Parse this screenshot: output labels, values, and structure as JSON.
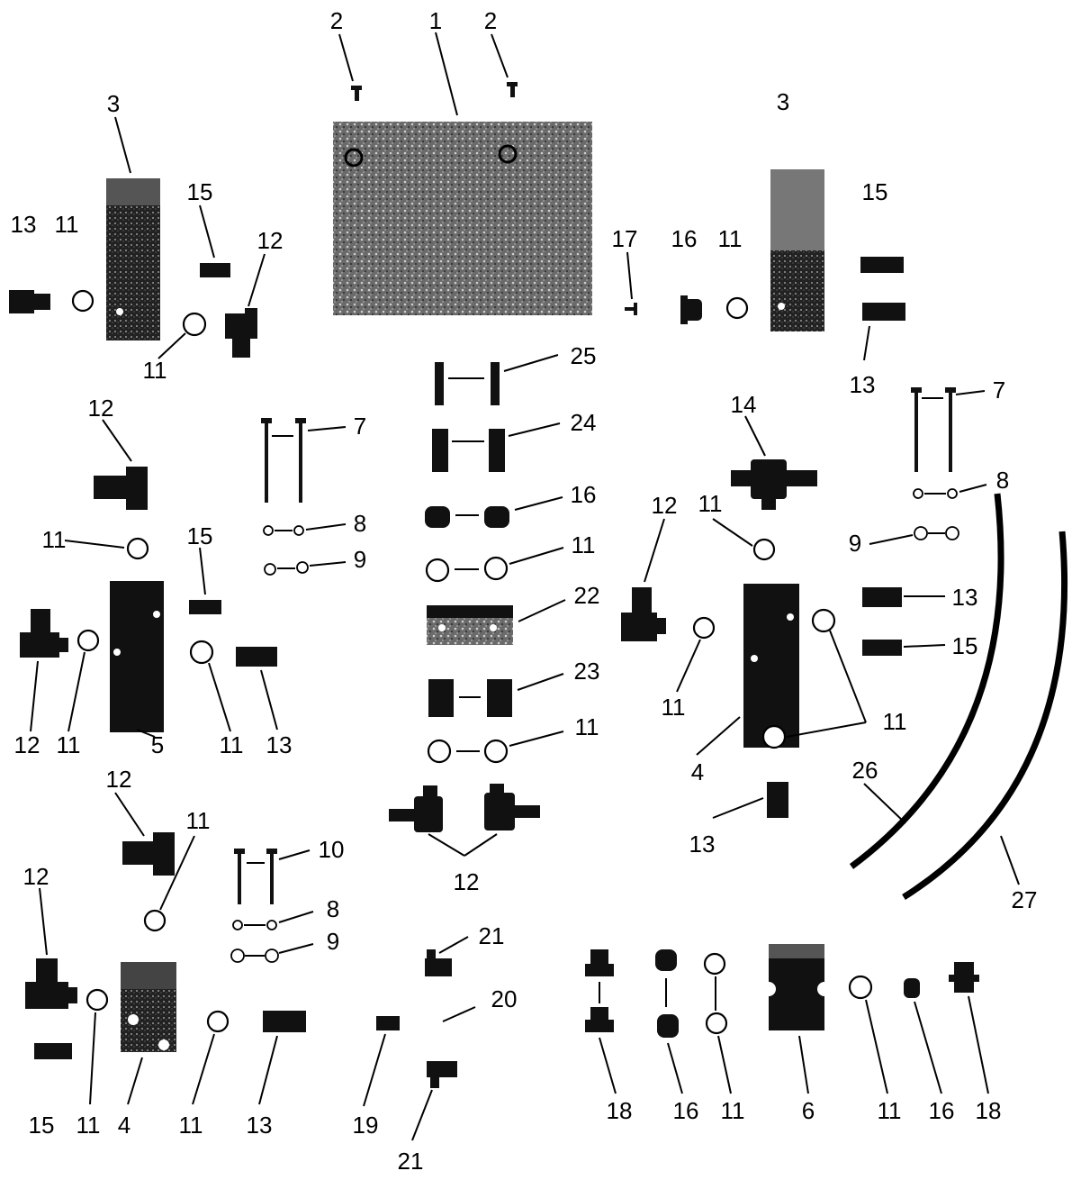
{
  "labels": {
    "l1": "1",
    "l2": "2",
    "l3": "3",
    "l4": "4",
    "l5": "5",
    "l6": "6",
    "l7": "7",
    "l8": "8",
    "l9": "9",
    "l10": "10",
    "l11": "11",
    "l12": "12",
    "l13": "13",
    "l14": "14",
    "l15": "15",
    "l16": "16",
    "l17": "17",
    "l18": "18",
    "l19": "19",
    "l20": "20",
    "l21": "21",
    "l22": "22",
    "l23": "23",
    "l24": "24",
    "l25": "25",
    "l26": "26",
    "l27": "27"
  },
  "colors": {
    "ink": "#000000",
    "background": "#ffffff",
    "plate": "#5a5a5a"
  }
}
